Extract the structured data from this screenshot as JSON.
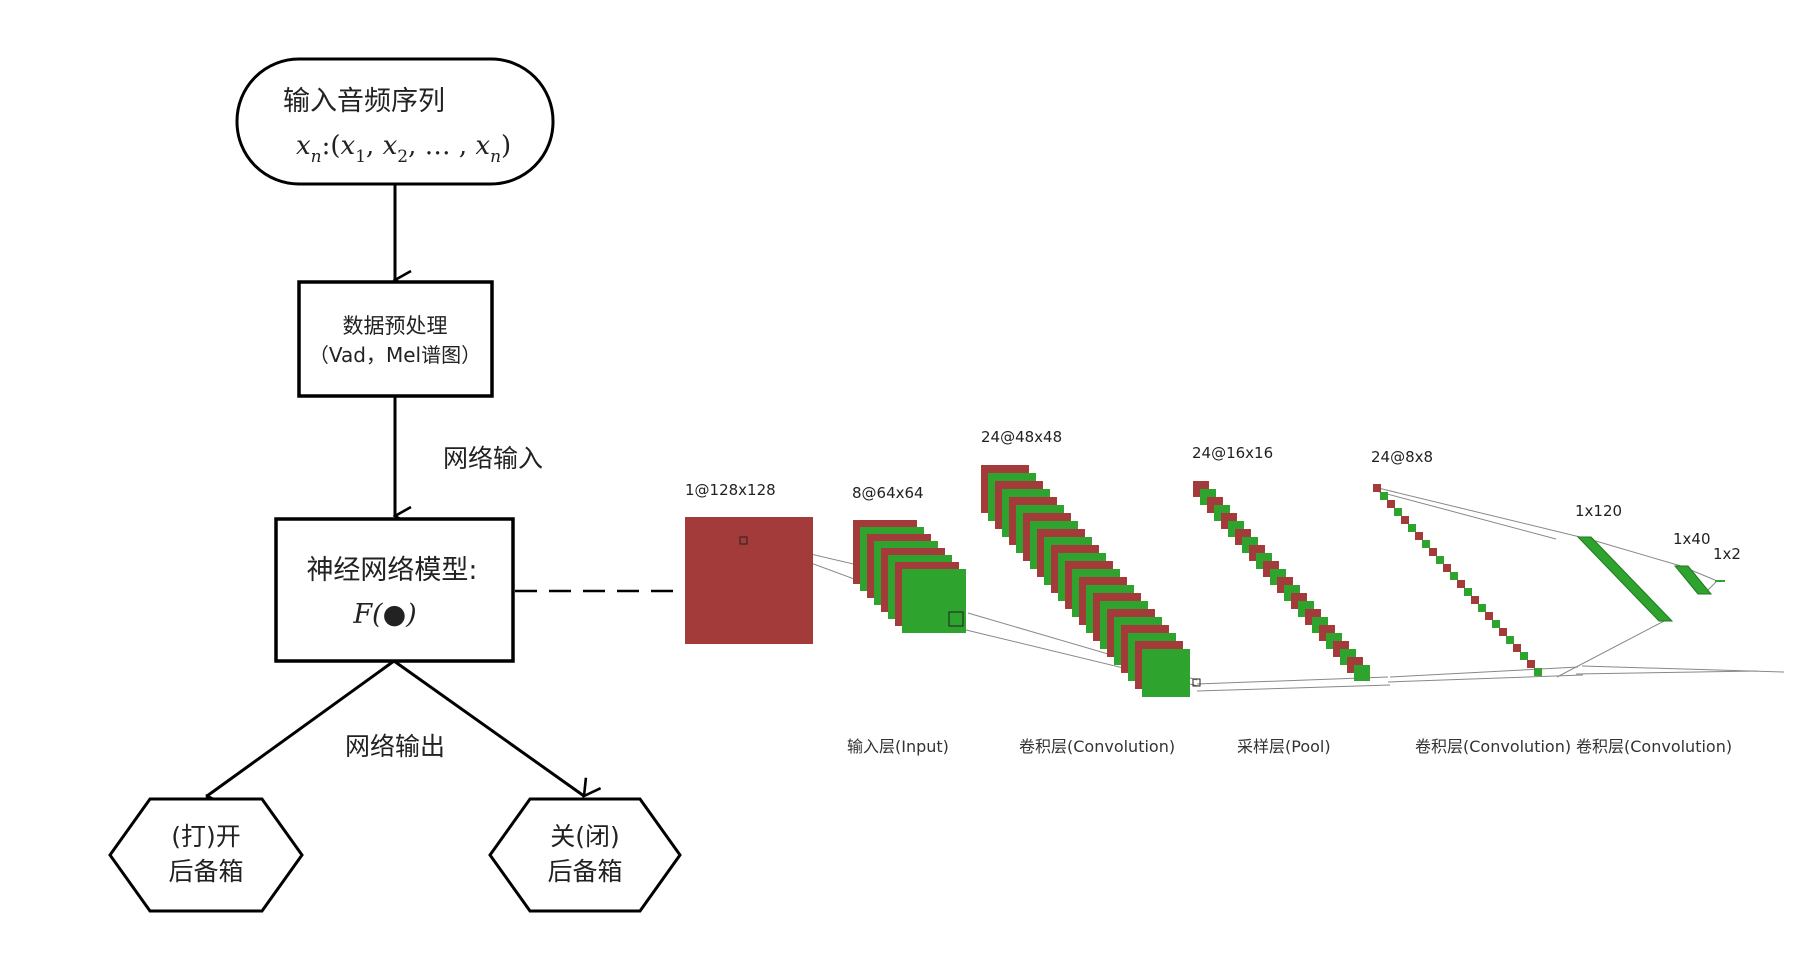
{
  "flow": {
    "start": {
      "line1": "输入音频序列",
      "formula": "x_n:(x_1, x_2, … , x_n)"
    },
    "preprocess": {
      "line1": "数据预处理",
      "line2": "（Vad，Mel谱图）"
    },
    "edge_input_label": "网络输入",
    "model": {
      "line1": "神经网络模型:",
      "line2": "F(●)"
    },
    "edge_output_label": "网络输出",
    "open": {
      "line1": "(打)开",
      "line2": "后备箱"
    },
    "close": {
      "line1": "关(闭)",
      "line2": "后备箱"
    }
  },
  "cnn": {
    "colors": {
      "red": "#a33b3b",
      "green": "#2ea32e",
      "edge": "#888888"
    },
    "layers": [
      {
        "size_label": "1@128x128",
        "maps": 1
      },
      {
        "size_label": "8@64x64",
        "maps": 8
      },
      {
        "size_label": "24@48x48",
        "maps": 24
      },
      {
        "size_label": "24@16x16",
        "maps": 24
      },
      {
        "size_label": "24@8x8",
        "maps": 24
      },
      {
        "size_label": "1x120",
        "maps": 1
      },
      {
        "size_label": "1x40",
        "maps": 1
      },
      {
        "size_label": "1x2",
        "maps": 1
      }
    ],
    "bottom_labels": [
      "输入层(Input)",
      "卷积层(Convolution)",
      "采样层(Pool)",
      "卷积层(Convolution)",
      "卷积层(Convolution)"
    ]
  }
}
